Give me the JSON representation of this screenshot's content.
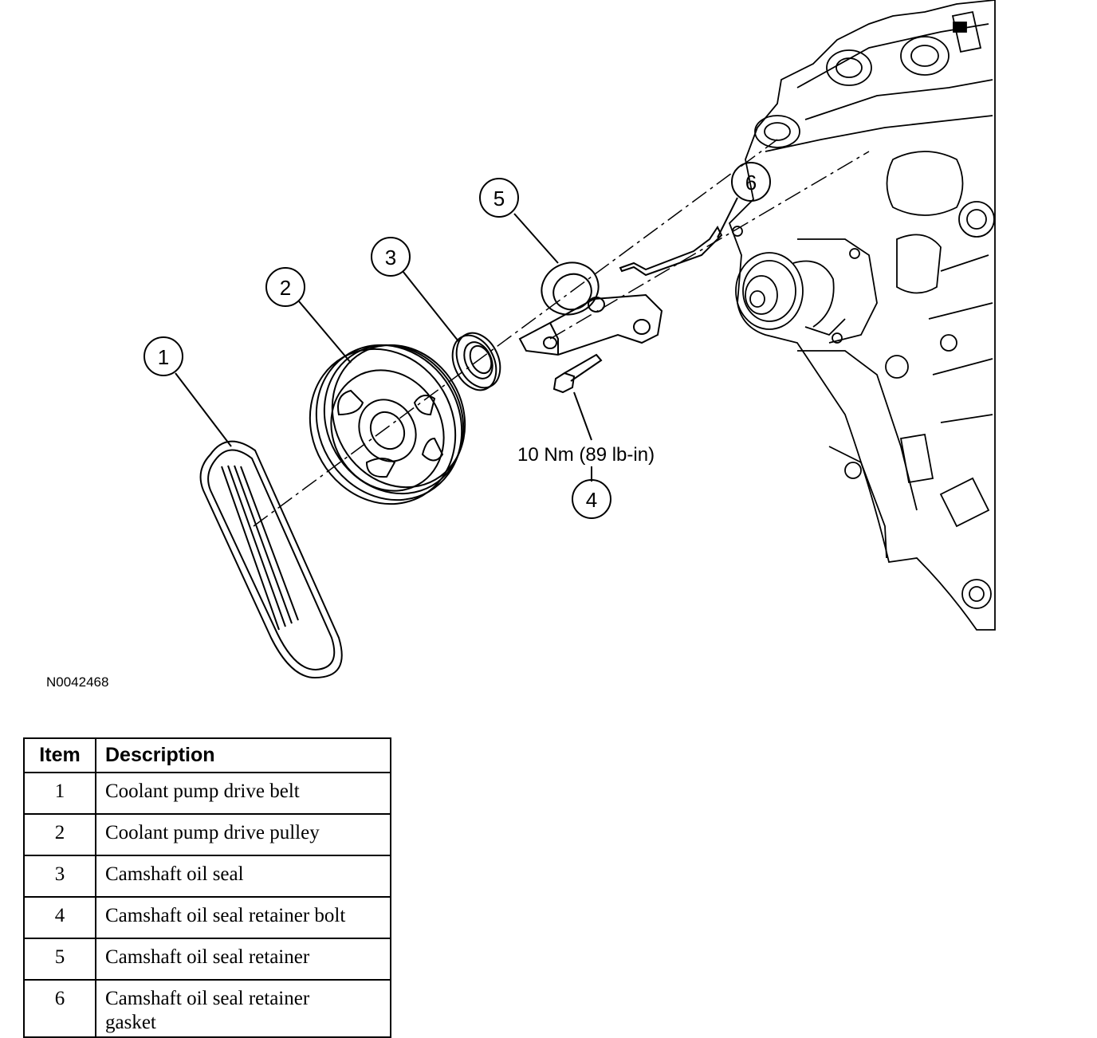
{
  "figure": {
    "id_label": "N0042468",
    "torque_spec": "10 Nm (89 lb-in)",
    "callouts": [
      "1",
      "2",
      "3",
      "4",
      "5",
      "6"
    ]
  },
  "legend": {
    "headers": {
      "item": "Item",
      "description": "Description"
    },
    "rows": [
      {
        "item": "1",
        "description": "Coolant pump drive belt"
      },
      {
        "item": "2",
        "description": "Coolant pump drive pulley"
      },
      {
        "item": "3",
        "description": "Camshaft oil seal"
      },
      {
        "item": "4",
        "description": "Camshaft oil seal retainer bolt"
      },
      {
        "item": "5",
        "description": "Camshaft oil seal retainer"
      },
      {
        "item": "6",
        "description": "Camshaft oil seal retainer gasket"
      }
    ]
  }
}
